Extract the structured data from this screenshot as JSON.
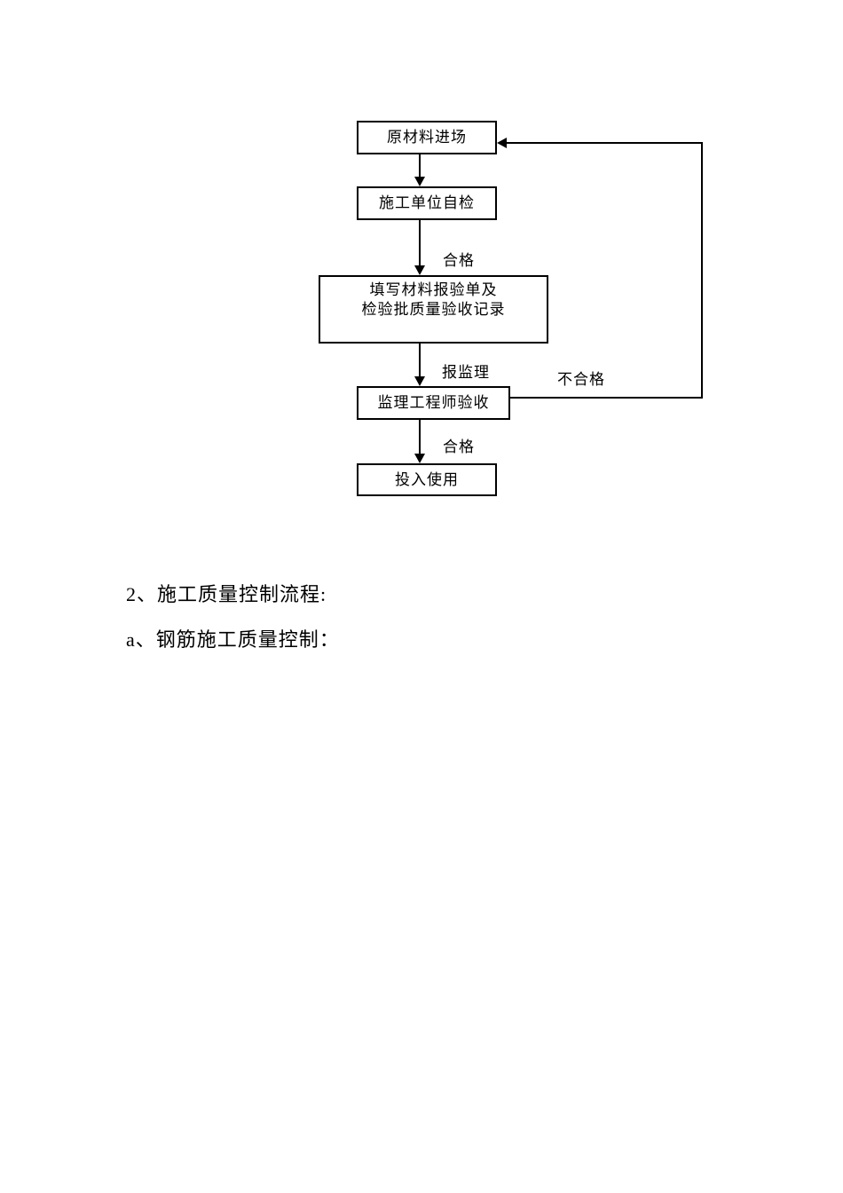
{
  "page": {
    "background_color": "#ffffff",
    "line_color": "#000000"
  },
  "flowchart": {
    "title_semantic": "material-quality-control-flow",
    "nodes": [
      {
        "id": "raw-material-entry",
        "label": "原材料进场"
      },
      {
        "id": "contractor-self-check",
        "label": "施工单位自检"
      },
      {
        "id": "fill-inspection-form",
        "label_line1": "填写材料报验单及",
        "label_line2": "检验批质量验收记录"
      },
      {
        "id": "supervising-engineer-acceptance",
        "label": "监理工程师验收"
      },
      {
        "id": "put-into-use",
        "label": "投入使用"
      }
    ],
    "edge_labels": {
      "qualified_1": "合格",
      "report_supervision": "报监理",
      "not_qualified": "不合格",
      "qualified_2": "合格"
    }
  },
  "body_text": {
    "line1": "2、施工质量控制流程:",
    "line2": "a、钢筋施工质量控制："
  }
}
